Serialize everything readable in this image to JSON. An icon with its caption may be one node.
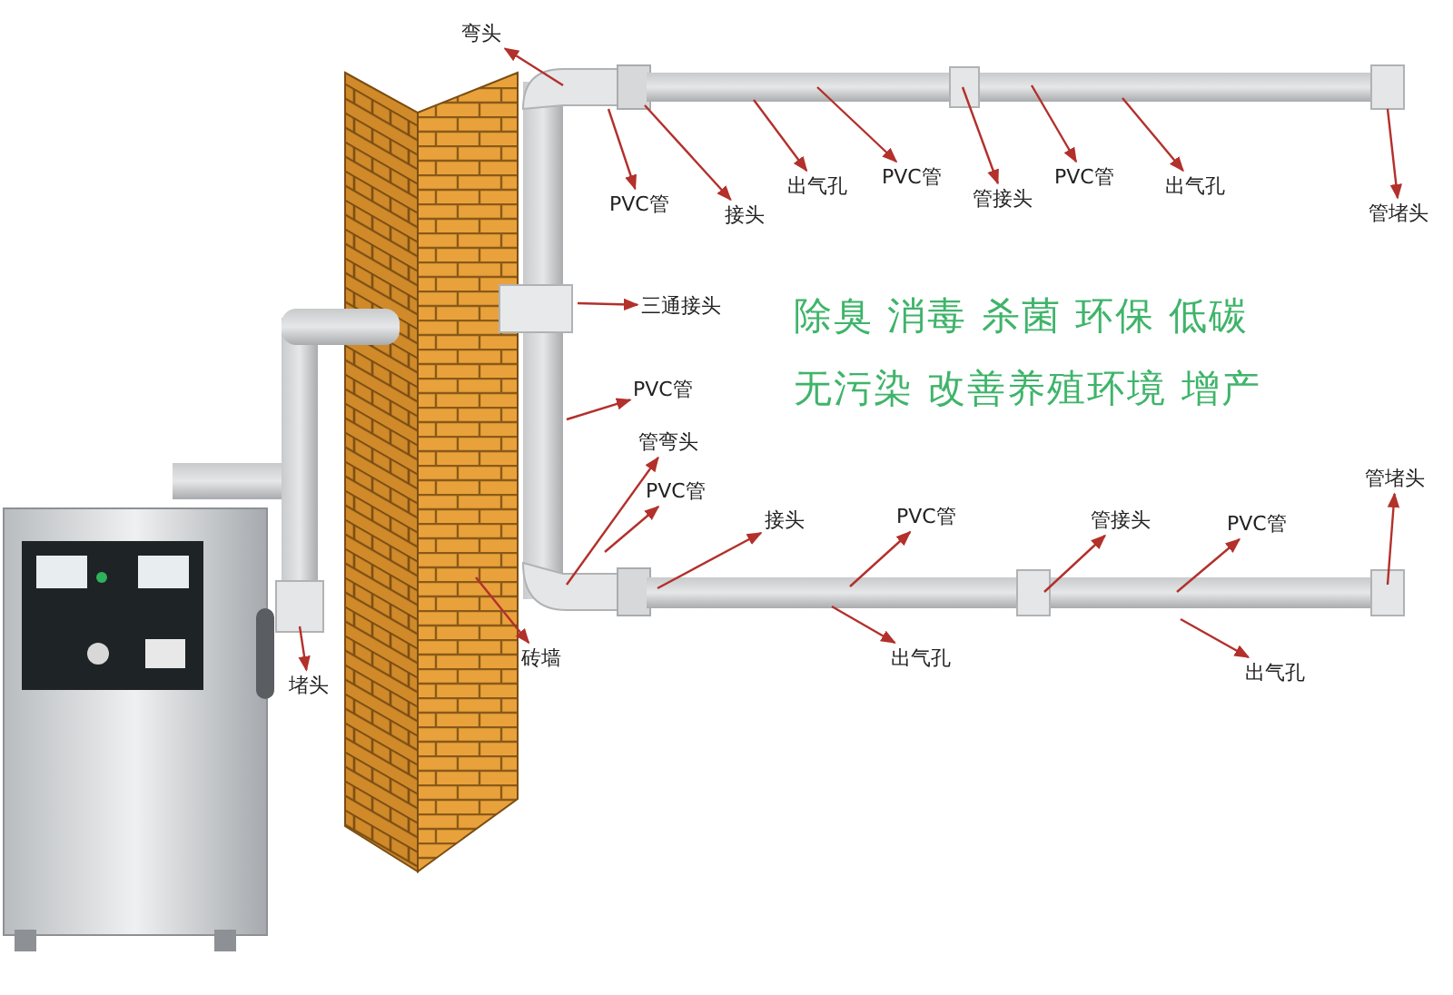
{
  "diagram": {
    "nodes": [
      {
        "text": [
          "弯头"
        ]
      },
      {
        "text": [
          "PVC管"
        ]
      },
      {
        "text": [
          "接头"
        ]
      },
      {
        "text": [
          "出气孔"
        ]
      },
      {
        "text": [
          "PVC管"
        ]
      },
      {
        "text": [
          "管接头"
        ]
      },
      {
        "text": [
          "PVC管"
        ]
      },
      {
        "text": [
          "出气孔"
        ]
      },
      {
        "text": [
          "管堵头"
        ]
      },
      {
        "text": [
          "三通接头"
        ]
      },
      {
        "text": [
          "PVC管"
        ]
      },
      {
        "text": [
          "管弯头"
        ]
      },
      {
        "text": [
          "PVC管"
        ]
      },
      {
        "text": [
          "管堵头"
        ]
      },
      {
        "text": [
          "接头"
        ]
      },
      {
        "text": [
          "PVC管"
        ]
      },
      {
        "text": [
          "管接头"
        ]
      },
      {
        "text": [
          "PVC管"
        ]
      },
      {
        "text": [
          "堵头"
        ]
      },
      {
        "text": [
          "砖墙"
        ]
      },
      {
        "text": [
          "出气孔"
        ]
      },
      {
        "text": [
          "出气孔"
        ]
      }
    ],
    "edges": [
      {
        "from": null,
        "to": 0,
        "arrow": "to"
      },
      {
        "from": null,
        "to": 1,
        "arrow": "to"
      },
      {
        "from": null,
        "to": 2,
        "arrow": "to"
      },
      {
        "from": null,
        "to": 3,
        "arrow": "to"
      },
      {
        "from": null,
        "to": 4,
        "arrow": "to"
      },
      {
        "from": null,
        "to": 5,
        "arrow": "to"
      },
      {
        "from": null,
        "to": 6,
        "arrow": "to"
      },
      {
        "from": null,
        "to": 7,
        "arrow": "to"
      },
      {
        "from": null,
        "to": 8,
        "arrow": "to"
      },
      {
        "from": null,
        "to": 9,
        "arrow": "to"
      },
      {
        "from": null,
        "to": 10,
        "arrow": "to"
      },
      {
        "from": null,
        "to": 11,
        "arrow": "to"
      },
      {
        "from": null,
        "to": 12,
        "arrow": "to"
      },
      {
        "from": null,
        "to": 13,
        "arrow": "to"
      },
      {
        "from": null,
        "to": 14,
        "arrow": "to"
      },
      {
        "from": null,
        "to": 15,
        "arrow": "to"
      },
      {
        "from": null,
        "to": 16,
        "arrow": "to"
      },
      {
        "from": null,
        "to": 17,
        "arrow": "to"
      },
      {
        "from": null,
        "to": 18,
        "arrow": "to"
      },
      {
        "from": null,
        "to": 19,
        "arrow": "to"
      },
      {
        "from": null,
        "to": 20,
        "arrow": "to"
      },
      {
        "from": null,
        "to": 21,
        "arrow": "to"
      }
    ],
    "labels": [
      "除臭 消毒 杀菌 环保 低碳",
      "无污染 改善养殖环境 增产"
    ]
  }
}
